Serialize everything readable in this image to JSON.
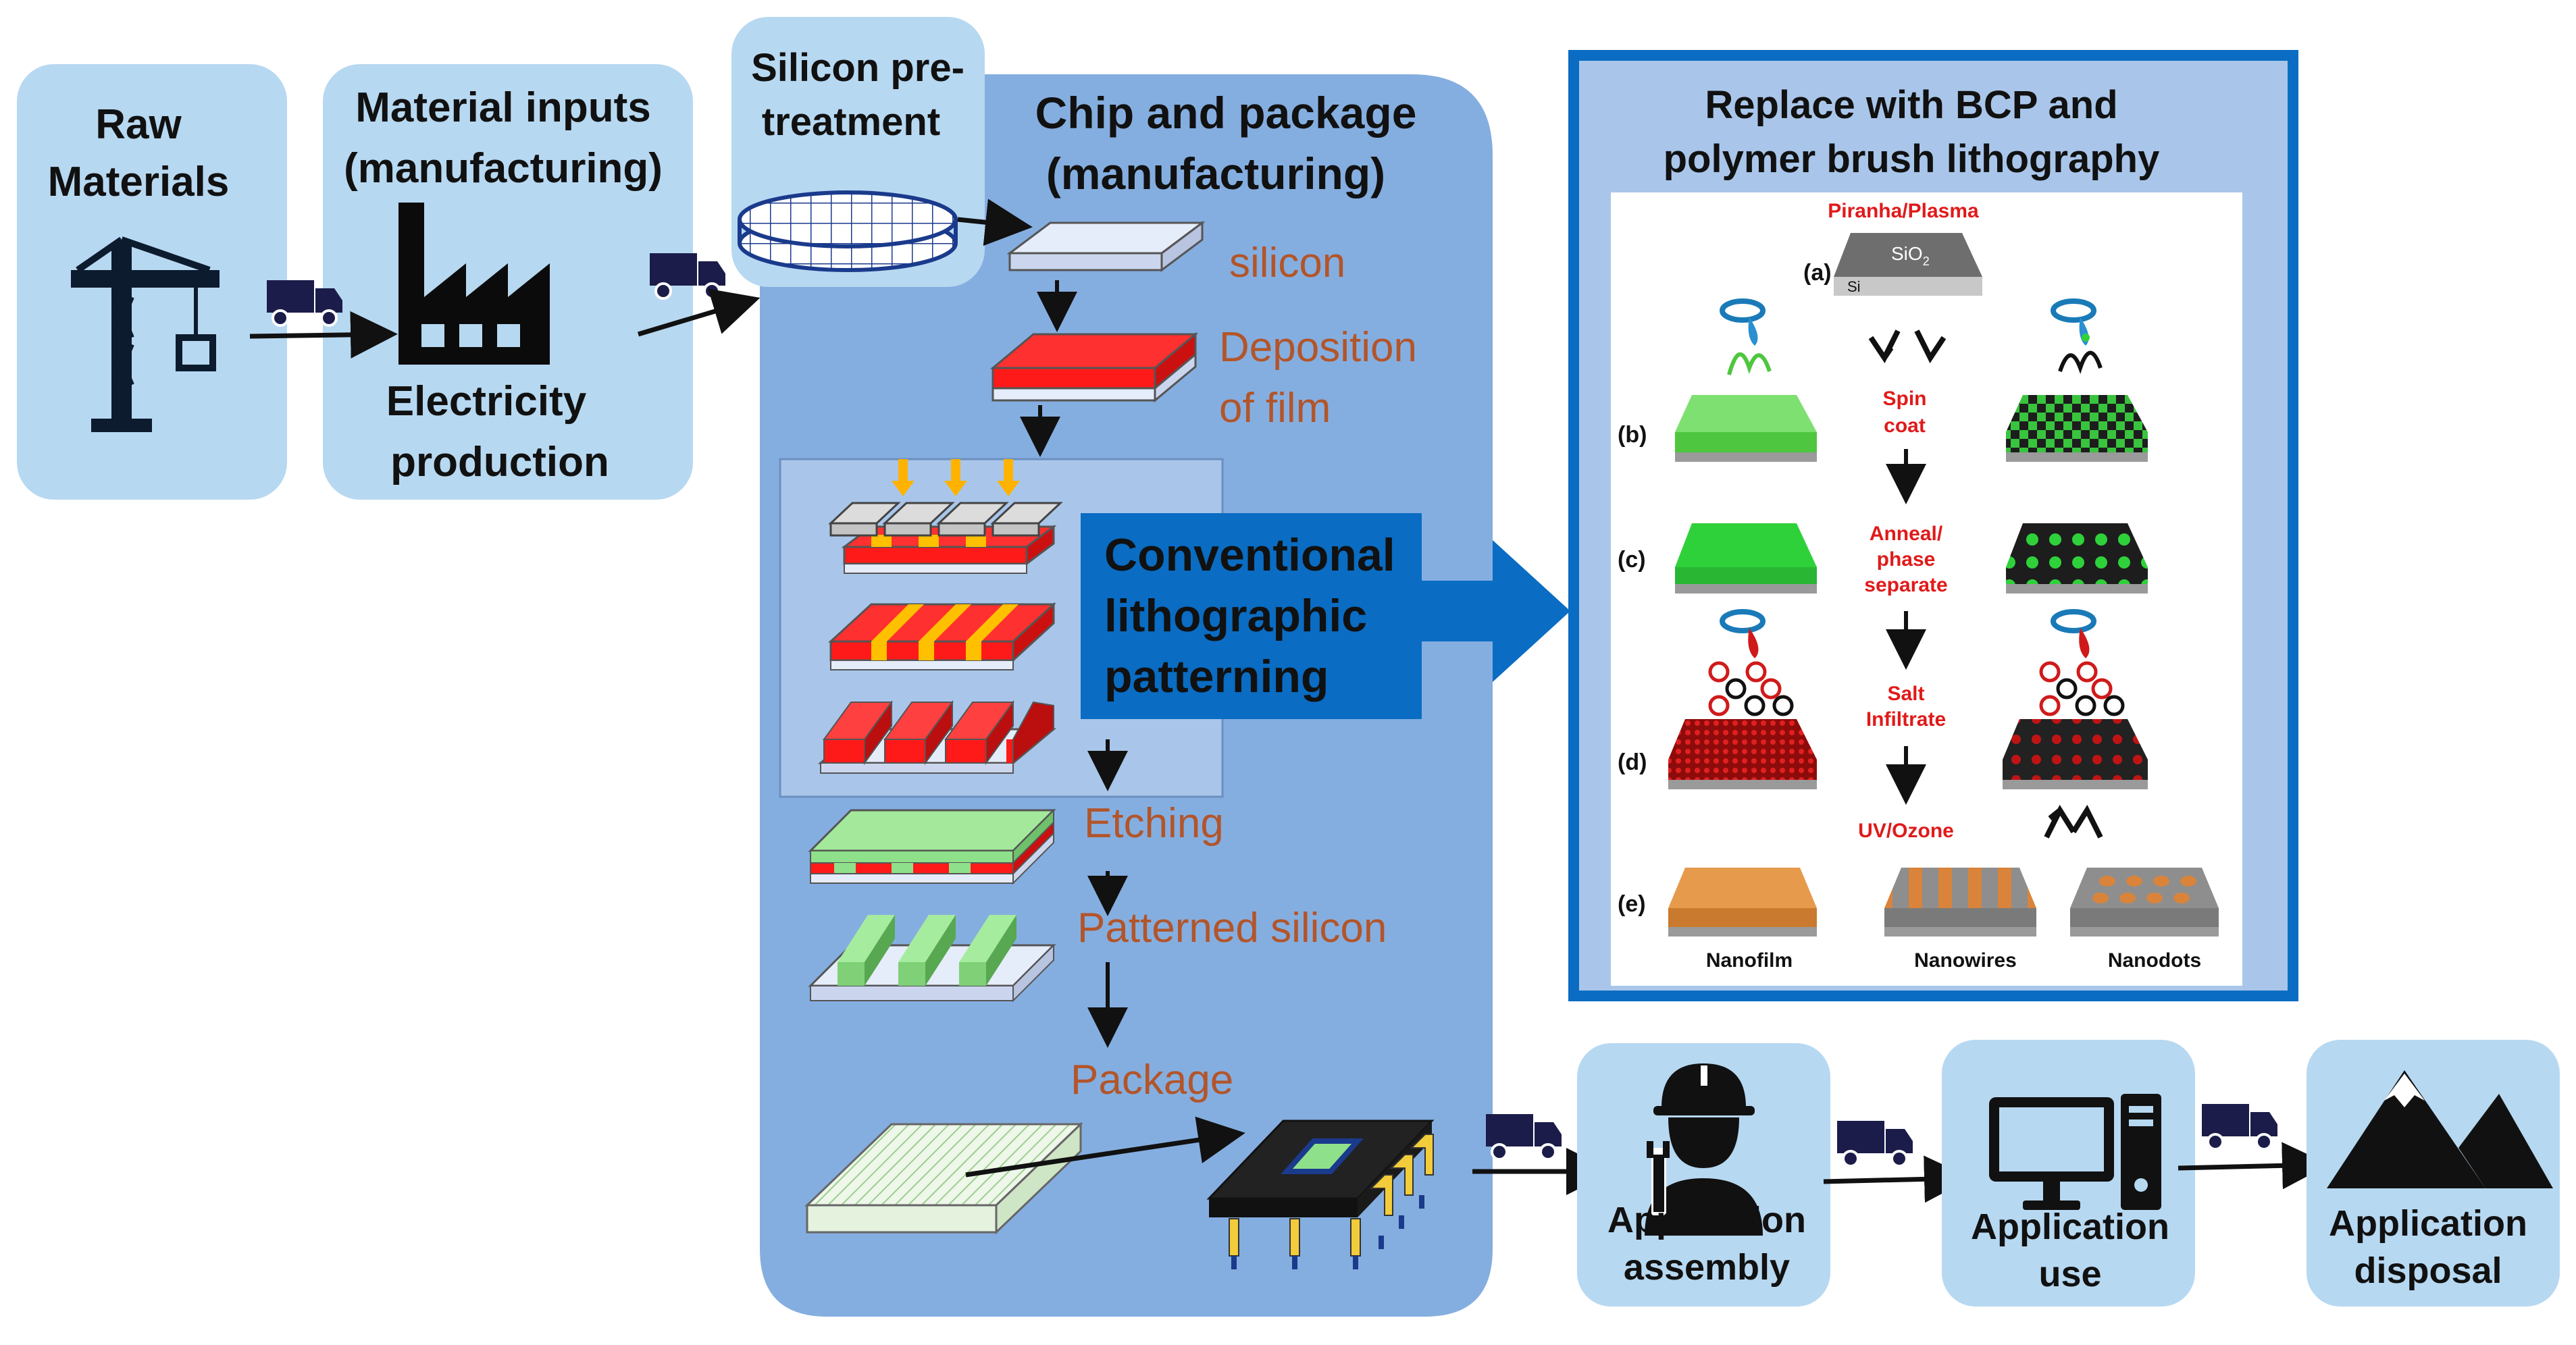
{
  "colors": {
    "box_light": "#b7d8f1",
    "chip_panel": "#85aee0",
    "conv_box": "#0a6cc2",
    "bcp_border": "#0a6cc2",
    "bcp_panel": "#a9c6ea",
    "step_text": "#b2552a",
    "red_label": "#e01a1a",
    "film_red": "#ff2020",
    "film_green": "#8fe08a",
    "nano_orange": "#d9843a"
  },
  "stages": {
    "raw_materials": {
      "line1": "Raw",
      "line2": "Materials",
      "icon": "crane-icon"
    },
    "material_inputs": {
      "line1": "Material inputs",
      "line2": "(manufacturing)",
      "line3": "Electricity",
      "line4": "production",
      "icon": "factory-icon"
    },
    "silicon_pretreatment": {
      "line1": "Silicon pre-",
      "line2": "treatment",
      "icon": "silicon-wafer-icon"
    },
    "chip_package": {
      "line1": "Chip and package",
      "line2": "(manufacturing)"
    },
    "application_assembly": {
      "line1": "Application",
      "line2": "assembly",
      "icon": "worker-icon"
    },
    "application_use": {
      "line1": "Application",
      "line2": "use",
      "icon": "computer-icon"
    },
    "application_disposal": {
      "line1": "Application",
      "line2": "disposal",
      "icon": "mountain-icon"
    }
  },
  "chip_steps": {
    "silicon": "silicon",
    "deposition_1": "Deposition",
    "deposition_2": "of film",
    "etching": "Etching",
    "patterned": "Patterned silicon",
    "package": "Package"
  },
  "conventional": {
    "line1": "Conventional",
    "line2": "lithographic",
    "line3": "patterning"
  },
  "bcp": {
    "title1": "Replace with BCP and",
    "title2": "polymer brush lithography",
    "piranha": "Piranha/Plasma",
    "sio2": "SiO",
    "sio2_sub": "2",
    "si": "Si",
    "step_a": "(a)",
    "step_b": "(b)",
    "step_c": "(c)",
    "step_d": "(d)",
    "step_e": "(e)",
    "spin1": "Spin",
    "spin2": "coat",
    "anneal1": "Anneal/",
    "anneal2": "phase",
    "anneal3": "separate",
    "salt1": "Salt",
    "salt2": "Infiltrate",
    "uv": "UV/Ozone",
    "nanofilm": "Nanofilm",
    "nanowires": "Nanowires",
    "nanodots": "Nanodots"
  }
}
